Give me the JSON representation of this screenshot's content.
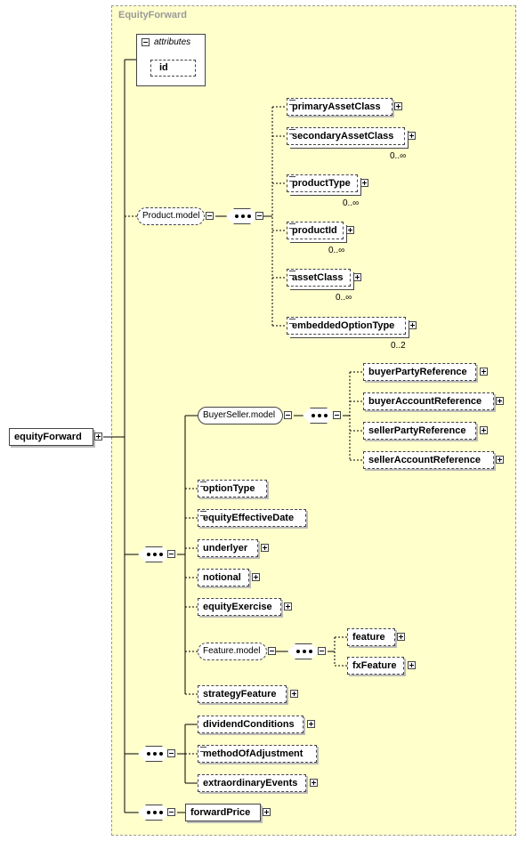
{
  "title": "EquityForward",
  "root": {
    "name": "equityForward"
  },
  "attributes": {
    "label": "attributes",
    "items": [
      "id"
    ]
  },
  "product_model": {
    "name": "Product.model",
    "children": [
      {
        "name": "primaryAssetClass",
        "card": ""
      },
      {
        "name": "secondaryAssetClass",
        "card": "0..∞"
      },
      {
        "name": "productType",
        "card": "0..∞"
      },
      {
        "name": "productId",
        "card": "0..∞"
      },
      {
        "name": "assetClass",
        "card": "0..∞"
      },
      {
        "name": "embeddedOptionType",
        "card": "0..2"
      }
    ]
  },
  "buyer_seller_model": {
    "name": "BuyerSeller.model",
    "children": [
      "buyerPartyReference",
      "buyerAccountReference",
      "sellerPartyReference",
      "sellerAccountReference"
    ]
  },
  "sequence_elements": [
    "optionType",
    "equityEffectiveDate",
    "underlyer",
    "notional",
    "equityExercise"
  ],
  "feature_model": {
    "name": "Feature.model",
    "children": [
      "feature",
      "fxFeature"
    ]
  },
  "strategy": "strategyFeature",
  "adjustment_elements": [
    "dividendConditions",
    "methodOfAdjustment",
    "extraordinaryEvents"
  ],
  "forward_price": "forwardPrice"
}
